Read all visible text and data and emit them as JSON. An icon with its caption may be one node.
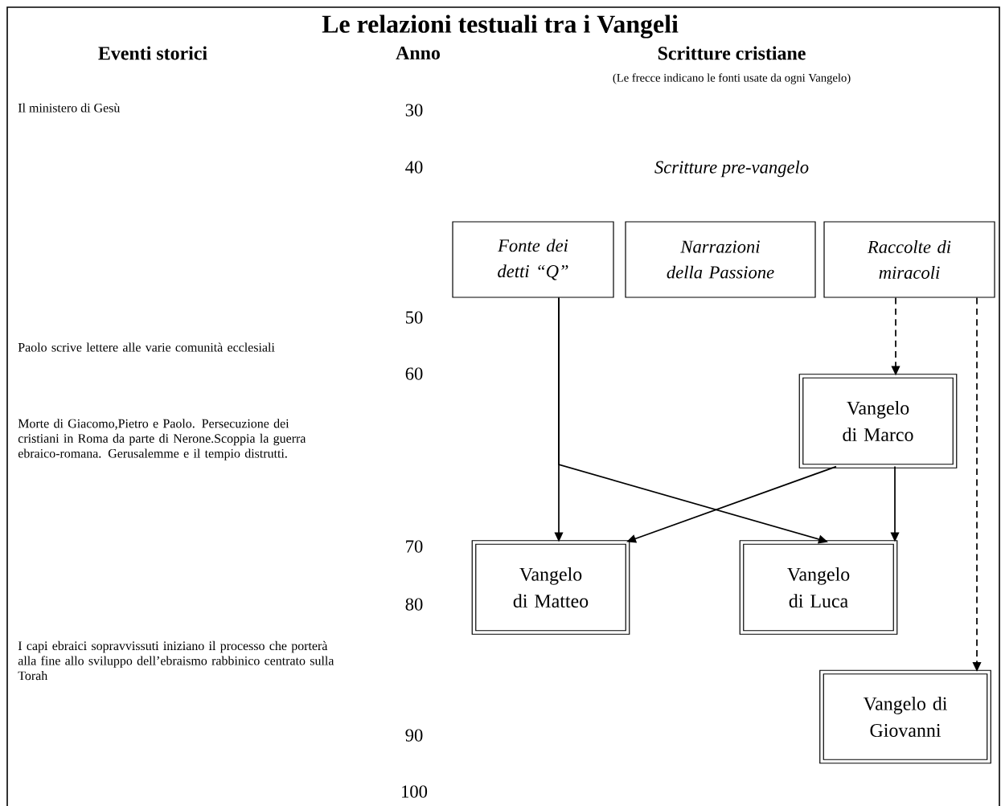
{
  "diagram": {
    "title": "Le relazioni testuali tra i Vangeli",
    "nodes": [
      {
        "text": [
          "Fonte dei detti “Q”"
        ]
      },
      {
        "text": [
          "Narrazioni della Passione"
        ]
      },
      {
        "text": [
          "Raccolte di miracoli"
        ]
      },
      {
        "text": [
          "Vangelo di Marco"
        ]
      },
      {
        "text": [
          "Vangelo di Matteo"
        ]
      },
      {
        "text": [
          "Vangelo di Luca"
        ]
      },
      {
        "text": [
          "Vangelo di Giovanni"
        ]
      }
    ],
    "edges": [
      {
        "from": 0,
        "to": 4,
        "arrow": "to"
      },
      {
        "from": 0,
        "to": 5,
        "arrow": "to"
      },
      {
        "from": 2,
        "to": 3,
        "arrow": "to",
        "style": "dashed"
      },
      {
        "from": 3,
        "to": 4,
        "arrow": "to"
      },
      {
        "from": 3,
        "to": 5,
        "arrow": "to"
      },
      {
        "from": 2,
        "to": 6,
        "arrow": "to",
        "style": "dashed"
      }
    ],
    "labels": [
      "Eventi storici",
      "Anno",
      "Scritture cristiane",
      "(Le frecce indicano le fonti usate da ogni Vangelo)",
      "Il ministero di Gesù",
      "30",
      "40",
      "Scritture pre-vangelo",
      "50",
      "Paolo scrive lettere alle varie comunità ecclesiali",
      "60",
      "Morte di Giacomo,Pietro e Paolo. Persecuzione dei cristiani in Roma da parte di Nerone.Scoppia la guerra ebraico-romana. Gerusalemme e il tempio distrutti.",
      "70",
      "80",
      "I capi ebraici sopravvissuti iniziano il processo che porterà alla fine allo sviluppo dell’ebraismo rabbinico centrato sulla Torah",
      "90",
      "100"
    ]
  }
}
